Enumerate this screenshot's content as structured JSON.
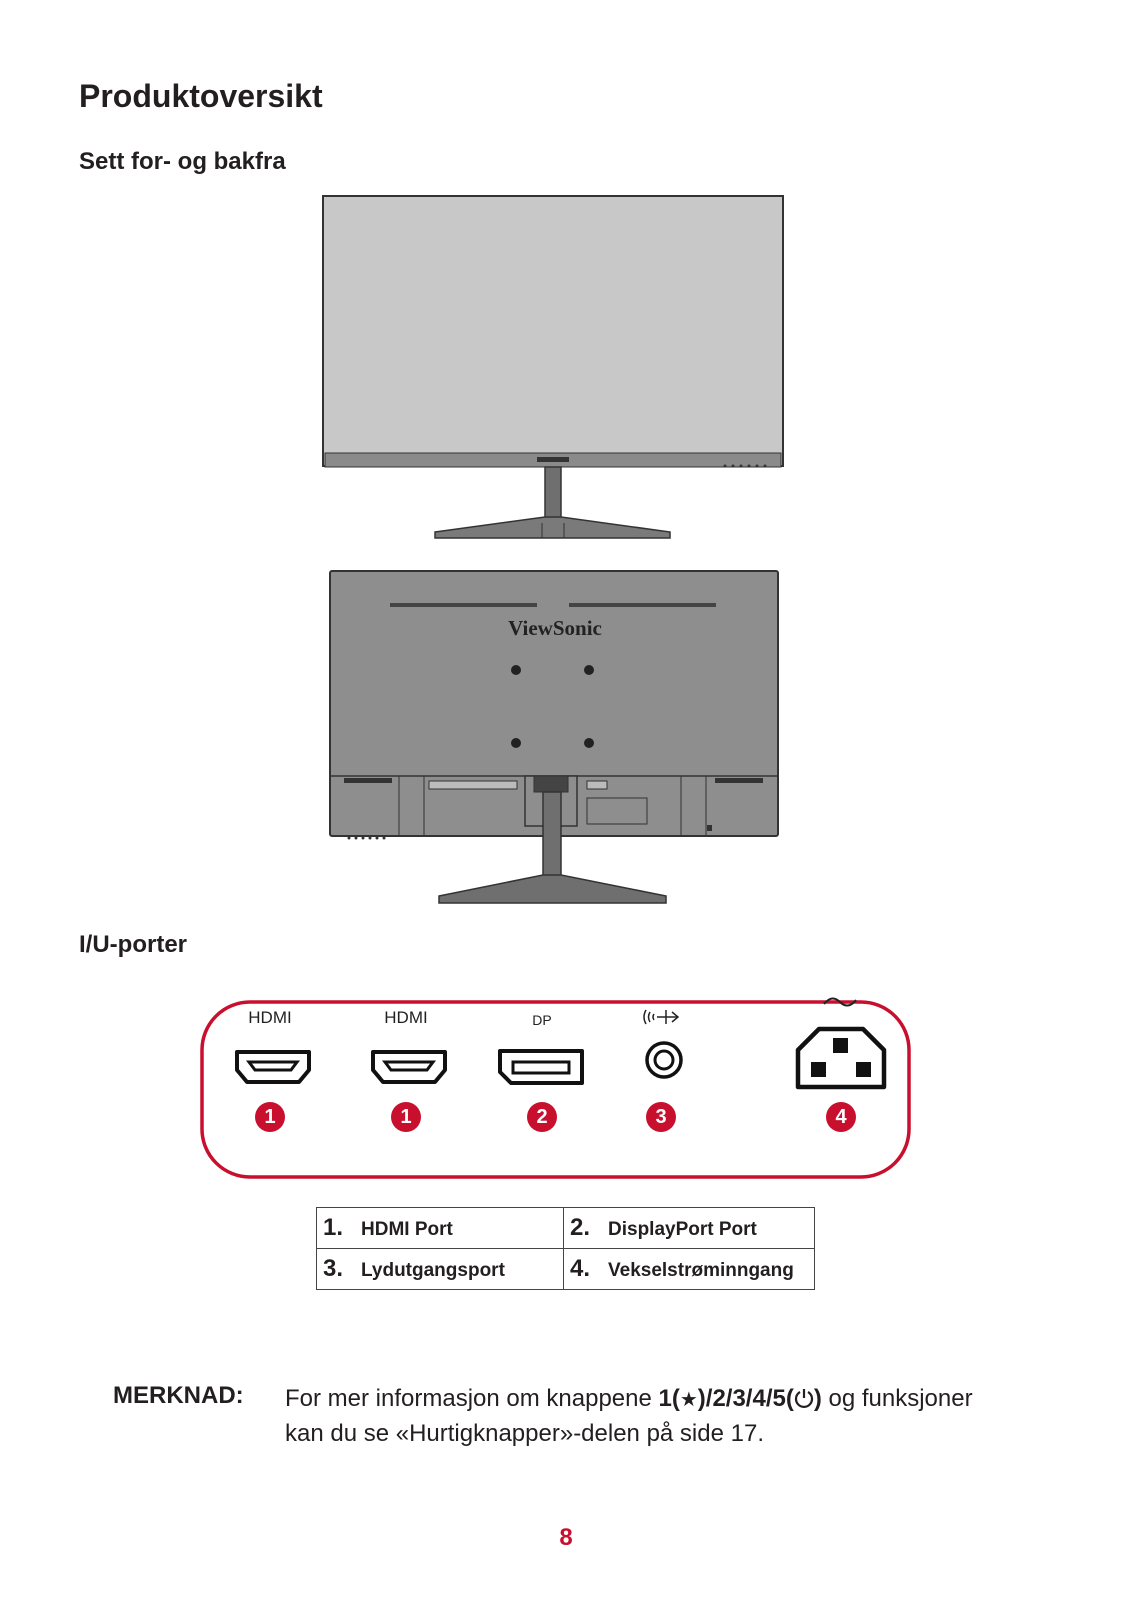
{
  "page": {
    "title": "Produktoversikt",
    "section_front_back": "Sett for- og bakfra",
    "section_io": "I/U-porter",
    "page_number": "8"
  },
  "monitor_back": {
    "brand": "ViewSonic"
  },
  "io_panel": {
    "ports": [
      {
        "label": "HDMI",
        "badge": "1",
        "icon": "hdmi-port-icon"
      },
      {
        "label": "HDMI",
        "badge": "1",
        "icon": "hdmi-port-icon"
      },
      {
        "label": "DP",
        "badge": "2",
        "icon": "displayport-icon"
      },
      {
        "label": "",
        "badge": "3",
        "icon": "audio-out-icon"
      },
      {
        "label": "",
        "badge": "4",
        "icon": "ac-power-icon"
      }
    ],
    "accent_color": "#c8102e"
  },
  "legend": {
    "items": [
      {
        "num": "1.",
        "label": "HDMI Port"
      },
      {
        "num": "2.",
        "label": "DisplayPort Port"
      },
      {
        "num": "3.",
        "label": "Lydutgangsport"
      },
      {
        "num": "4.",
        "label": "Vekselstrøminngang"
      }
    ]
  },
  "note": {
    "heading": "MERKNAD:",
    "text_before": "For mer informasjon om knappene ",
    "bold_1": "1(",
    "bold_2": ")/2/3/4/5(",
    "bold_3": ")",
    "text_after": " og funksjoner kan du se «Hurtigknapper»-delen på side 17."
  }
}
